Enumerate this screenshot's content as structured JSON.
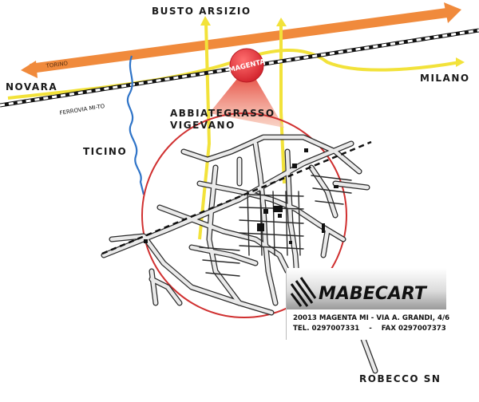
{
  "map": {
    "towns": {
      "north": "BUSTO ARSIZIO",
      "west": "NOVARA",
      "east": "MILANO",
      "south_west": "ABBIATEGRASSO",
      "south_west_2": "VIGEVANO",
      "river": "TICINO",
      "south": "ROBECCO SN"
    },
    "road_labels": {
      "motorway_direction": "TORINO",
      "railway": "FERROVIA MI-TO"
    },
    "marker_label": "MAGENTA",
    "colors": {
      "motorway": "#f08a3c",
      "main_road": "#f2e23a",
      "marker": "#e8323c",
      "river": "#2f74c8",
      "street_fill": "#eaeaea",
      "street_edge": "#2a2a2a"
    }
  },
  "company": {
    "name": "MABECART",
    "address": "20013 MAGENTA MI - VIA A. GRANDI, 4/6",
    "phone_label": "TEL.",
    "phone": "0297007331",
    "separator": "-",
    "fax_label": "FAX",
    "fax": "0297007373",
    "logo_icon": "stripes-logo-icon"
  }
}
